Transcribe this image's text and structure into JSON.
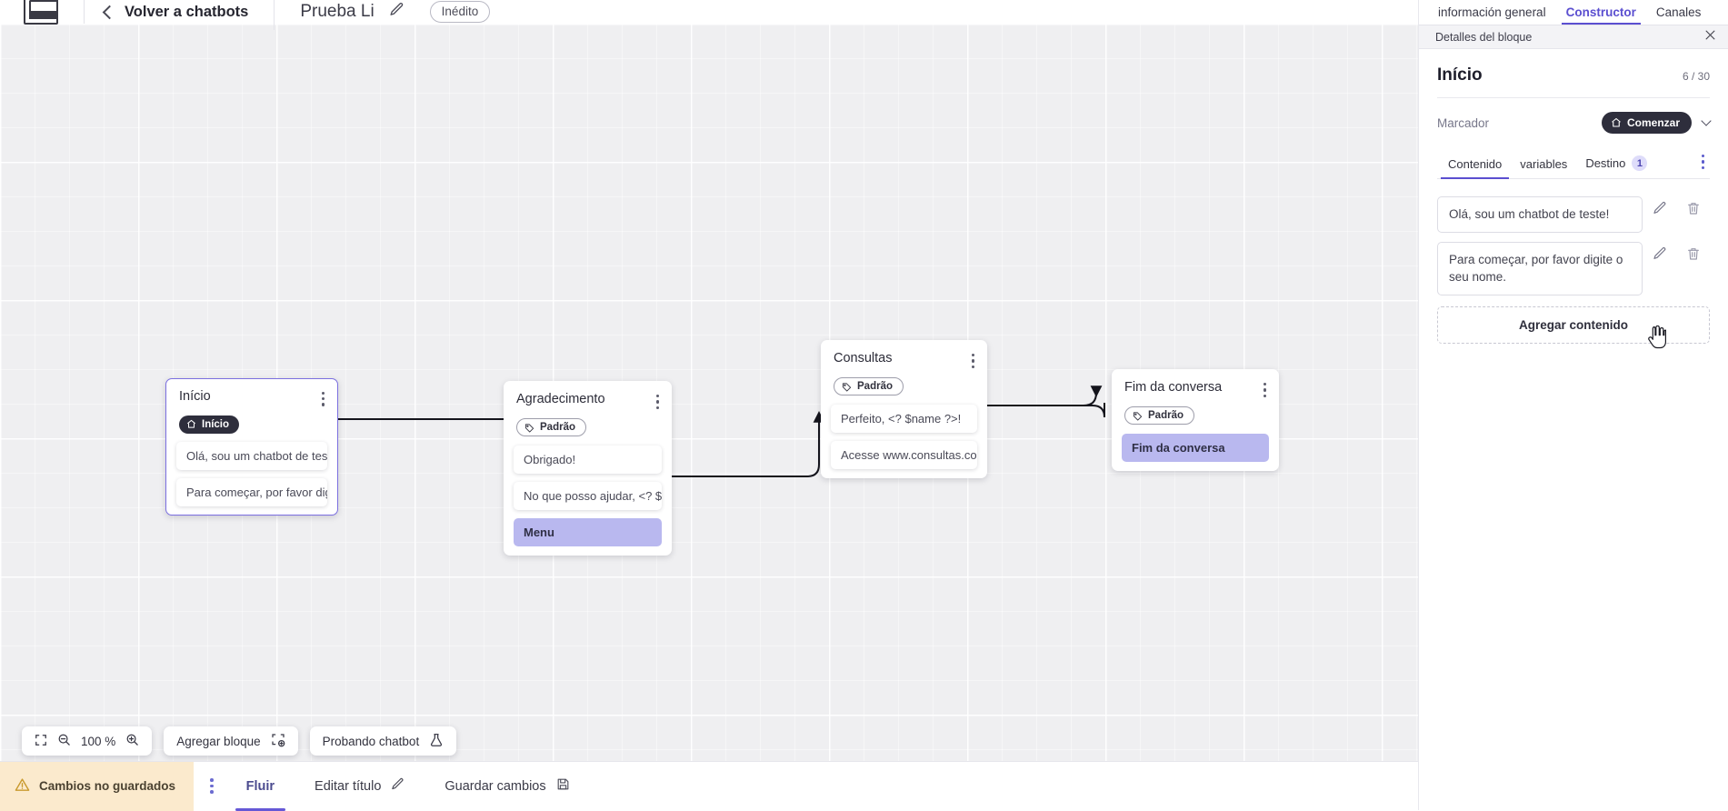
{
  "topbar": {
    "logo_icon": "app-logo-icon",
    "back_icon": "chevron-left-icon",
    "back_label": "Volver a chatbots",
    "doc_title": "Prueba Li",
    "edit_icon": "pencil-icon",
    "publish_status": "Inédito"
  },
  "canvas": {
    "nodes": [
      {
        "title": "Início",
        "tag": "Início",
        "tag_style": "dark",
        "tag_icon": "home-icon",
        "selected": true,
        "menu_icon": "kebab-menu-icon",
        "messages": [
          {
            "text": "Olá, sou um chatbot de teste!",
            "style": "plain"
          },
          {
            "text": "Para começar, por favor digite o ...",
            "style": "plain"
          }
        ]
      },
      {
        "title": "Agradecimento",
        "tag": "Padrão",
        "tag_style": "outline",
        "tag_icon": "tag-icon",
        "selected": false,
        "menu_icon": "kebab-menu-icon",
        "messages": [
          {
            "text": "Obrigado!",
            "style": "plain"
          },
          {
            "text": "No que posso ajudar, <? $name ...",
            "style": "plain"
          },
          {
            "text": "Menu",
            "style": "lavender"
          }
        ]
      },
      {
        "title": "Consultas",
        "tag": "Padrão",
        "tag_style": "outline",
        "tag_icon": "tag-icon",
        "selected": false,
        "menu_icon": "kebab-menu-icon",
        "messages": [
          {
            "text": "Perfeito, <? $name ?>!",
            "style": "plain"
          },
          {
            "text": "Acesse www.consultas.com par...",
            "style": "plain"
          }
        ]
      },
      {
        "title": "Fim da conversa",
        "tag": "Padrão",
        "tag_style": "outline",
        "tag_icon": "tag-icon",
        "selected": false,
        "menu_icon": "kebab-menu-icon",
        "messages": [
          {
            "text": "Fim da conversa",
            "style": "lavender"
          }
        ]
      }
    ]
  },
  "float_toolbar": {
    "fit_icon": "fit-screen-icon",
    "zoom_out_icon": "zoom-out-icon",
    "zoom_level": "100 %",
    "zoom_in_icon": "zoom-in-icon",
    "add_block_label": "Agregar bloque",
    "add_block_icon": "add-block-icon",
    "test_label": "Probando chatbot",
    "test_icon": "flask-icon"
  },
  "bottombar": {
    "warning_icon": "warning-triangle-icon",
    "unsaved_label": "Cambios no guardados",
    "menu_icon": "kebab-menu-icon",
    "flow_label": "Fluir",
    "edit_title_label": "Editar título",
    "edit_title_icon": "pencil-icon",
    "save_label": "Guardar cambios",
    "save_icon": "save-disk-icon"
  },
  "right_panel": {
    "tabs": [
      {
        "label": "información general",
        "active": false
      },
      {
        "label": "Constructor",
        "active": true
      },
      {
        "label": "Canales",
        "active": false
      }
    ],
    "strip_label": "Detalles del bloque",
    "close_icon": "close-icon",
    "block_title": "Início",
    "block_count": "6 / 30",
    "marker_label": "Marcador",
    "marker_badge": "Comenzar",
    "marker_badge_icon": "home-icon",
    "marker_chevron_icon": "chevron-down-icon",
    "sub_tabs": [
      {
        "label": "Contenido",
        "active": true,
        "count": ""
      },
      {
        "label": "variables",
        "active": false,
        "count": ""
      },
      {
        "label": "Destino",
        "active": false,
        "count": "1"
      }
    ],
    "sub_menu_icon": "kebab-menu-icon",
    "content_items": [
      {
        "text": "Olá, sou um chatbot de teste!",
        "edit_icon": "pencil-icon",
        "delete_icon": "trash-icon"
      },
      {
        "text": "Para começar, por favor digite o seu nome.",
        "edit_icon": "pencil-icon",
        "delete_icon": "trash-icon"
      }
    ],
    "add_content_label": "Agregar contenido"
  },
  "colors": {
    "accent": "#5b4fd0",
    "dark_badge": "#2e2e3c",
    "lavender": "#b9b8ef",
    "warning_bg": "#fbeacd",
    "canvas_bg": "#efeff1"
  }
}
